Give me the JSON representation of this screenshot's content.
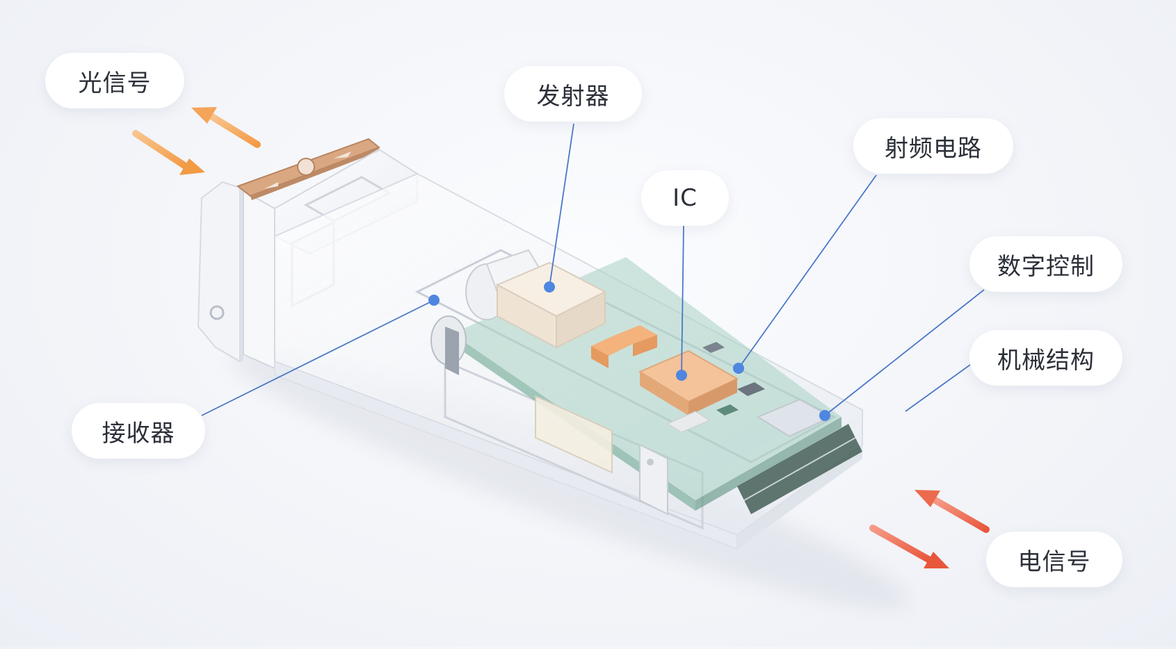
{
  "labels": {
    "optical_signal": "光信号",
    "transmitter": "发射器",
    "rf_circuit": "射频电路",
    "ic": "IC",
    "digital_control": "数字控制",
    "mechanical_structure": "机械结构",
    "receiver": "接收器",
    "electrical_signal": "电信号"
  },
  "colors": {
    "leader_line": "#4a78c8",
    "leader_dot": "#4f86e0",
    "optical_arrow": "#f5a55a",
    "electrical_arrow": "#ec6a4e",
    "ic_chip": "#f4c39a",
    "pcb": "#7fb9a6"
  },
  "icons": {
    "optical_arrows": "bidirectional-arrow-icon",
    "electrical_arrows": "bidirectional-arrow-icon"
  }
}
